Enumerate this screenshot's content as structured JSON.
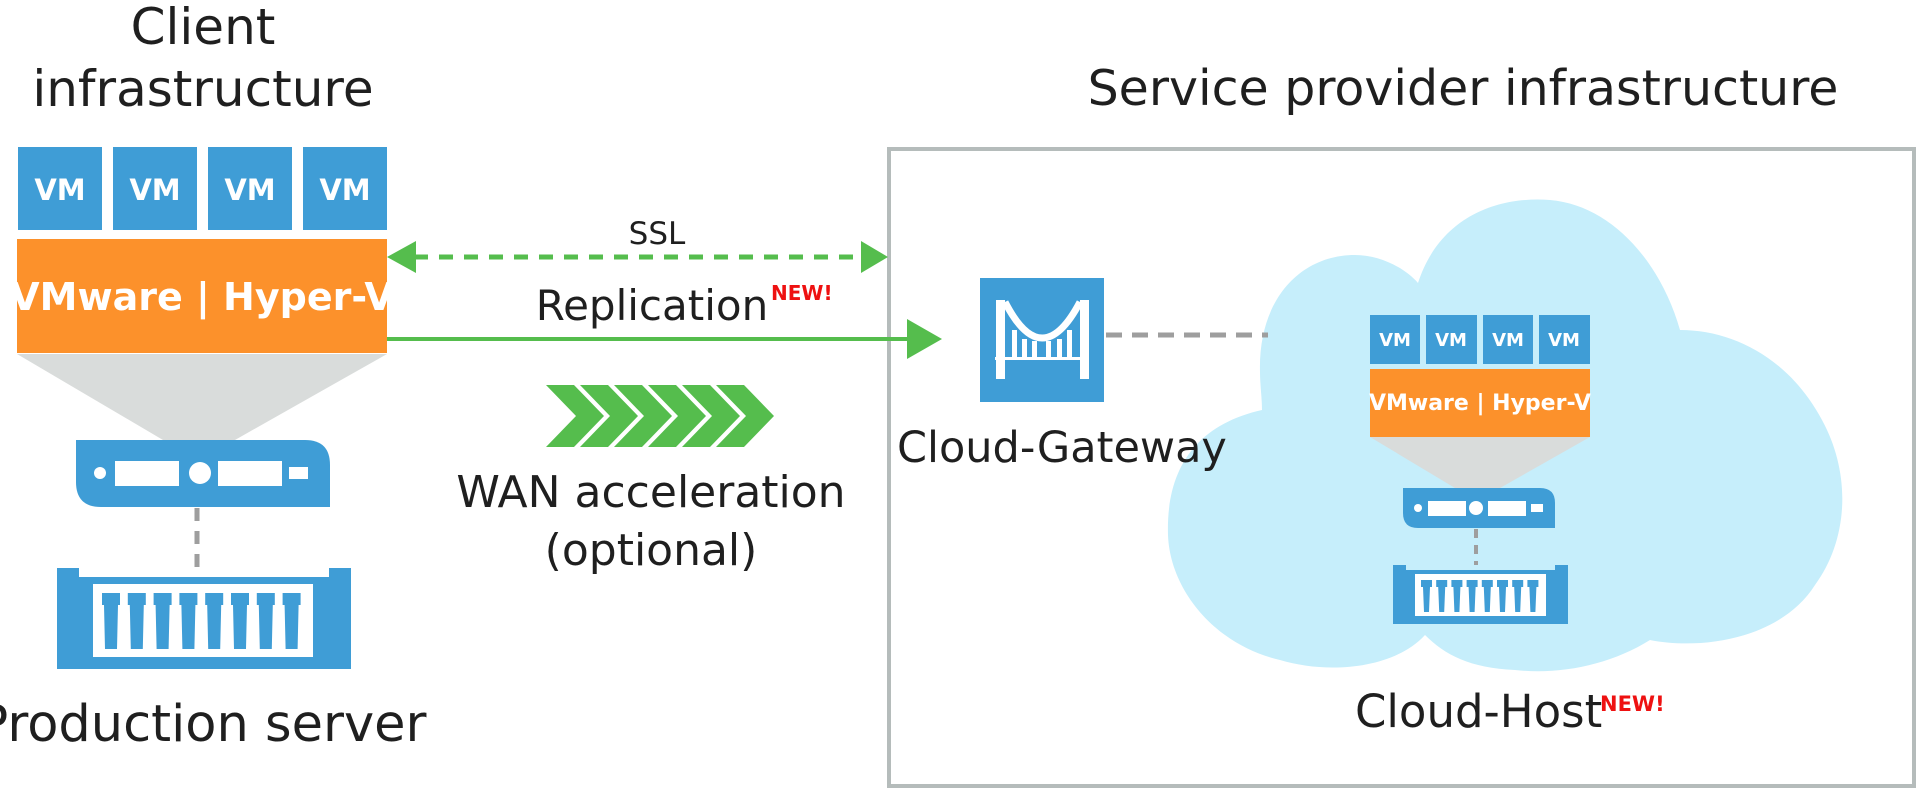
{
  "colors": {
    "vm_blue": "#3f9dd6",
    "hypervisor_orange": "#fc912b",
    "funnel_gray": "#d9dcdb",
    "arrow_green": "#55bd4d",
    "cloud_fill": "#c6eefb",
    "box_border": "#b5bcbb",
    "connector_gray": "#9e9e9e",
    "new_red": "#ee1111",
    "text": "#1f1f1f"
  },
  "client": {
    "title_line1": "Client",
    "title_line2": "infrastructure",
    "vms": [
      "VM",
      "VM",
      "VM",
      "VM"
    ],
    "hypervisor_label": "VMware | Hyper-V",
    "server_label": "Production server"
  },
  "links": {
    "ssl_label": "SSL",
    "replication_label": "Replication",
    "replication_badge": "NEW!",
    "wan_line1": "WAN acceleration",
    "wan_line2": "(optional)",
    "wan_chevron_count": 6
  },
  "provider": {
    "title": "Service provider infrastructure",
    "gateway_label": "Cloud-Gateway",
    "host_label": "Cloud-Host",
    "host_badge": "NEW!",
    "vms": [
      "VM",
      "VM",
      "VM",
      "VM"
    ],
    "hypervisor_label": "VMware | Hyper-V"
  }
}
